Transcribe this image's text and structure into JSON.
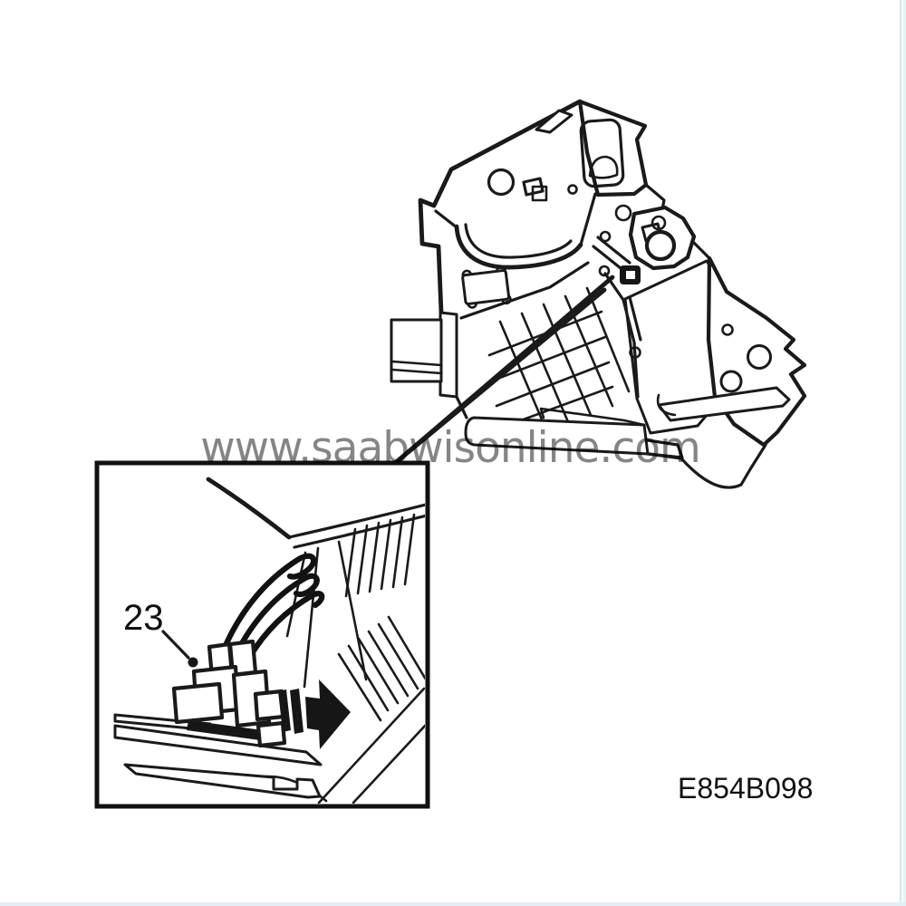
{
  "page": {
    "background_color": "#ffffff",
    "edge_highlight_color": "#d9edf2"
  },
  "watermark": {
    "text": "www.saabwisonline.com",
    "color": "#7b7b7b"
  },
  "figure": {
    "ink_color": "#1a1a1a",
    "code": "E854B098",
    "callout": {
      "label": "23"
    },
    "icons": {
      "removal_direction_arrow": "filled-right-arrow",
      "callout_leader": "line-with-dot"
    }
  }
}
